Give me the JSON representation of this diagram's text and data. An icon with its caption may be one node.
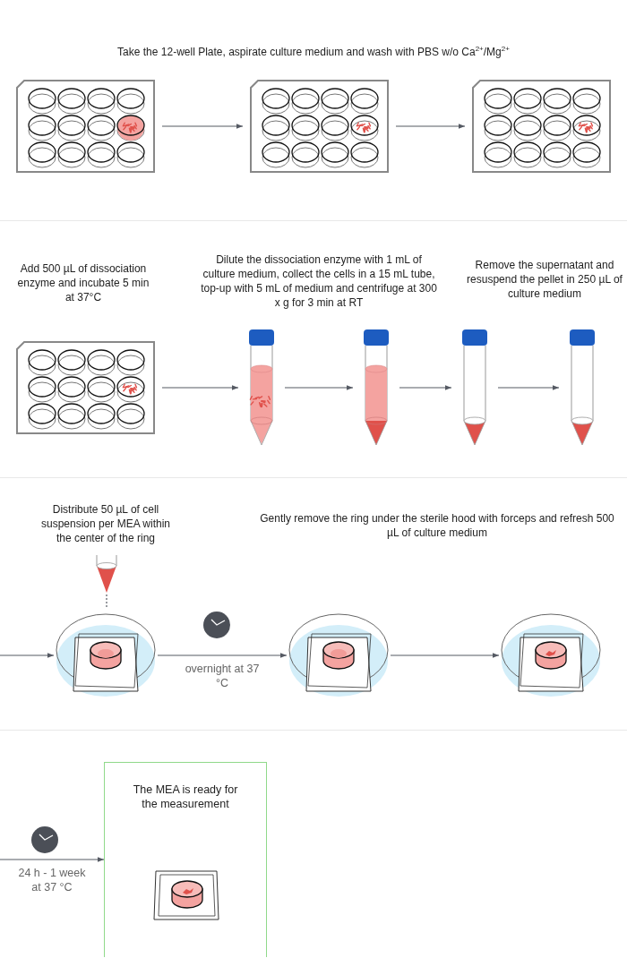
{
  "diagram": {
    "nodes": [
      {
        "text": [],
        "shape": "picture"
      },
      {
        "text": [],
        "shape": "picture"
      },
      {
        "text": [],
        "shape": "picture"
      },
      {
        "text": [],
        "shape": "picture"
      },
      {
        "text": [],
        "shape": "picture"
      },
      {
        "text": [],
        "shape": "picture"
      },
      {
        "text": [],
        "shape": "picture"
      },
      {
        "text": [],
        "shape": "picture"
      },
      {
        "text": [],
        "shape": "picture"
      },
      {
        "text": [],
        "shape": "picture"
      },
      {
        "text": [],
        "shape": "picture"
      },
      {
        "text": [],
        "shape": "picture"
      },
      {
        "text": [
          "The MEA is ready for the measurement"
        ]
      },
      {
        "text": [],
        "shape": "picture",
        "in": 12
      }
    ],
    "edges": [
      {
        "from": 0,
        "to": 1,
        "arrow": "to"
      },
      {
        "from": 1,
        "to": 2,
        "arrow": "to"
      },
      {
        "from": 3,
        "to": 4,
        "arrow": "to"
      },
      {
        "from": 4,
        "to": 5,
        "arrow": "to"
      },
      {
        "from": 5,
        "to": 6,
        "arrow": "to"
      },
      {
        "from": 6,
        "to": 7,
        "arrow": "to"
      },
      {
        "from": null,
        "to": 9,
        "arrow": "to"
      },
      {
        "from": 8,
        "to": 9,
        "arrow": "none",
        "style": "dashed"
      },
      {
        "from": 9,
        "to": 10,
        "arrow": "to",
        "label": "overnight at 37 °C"
      },
      {
        "from": 10,
        "to": 11,
        "arrow": "to"
      },
      {
        "from": null,
        "to": 12,
        "arrow": "to",
        "label": "24 h - 1 week at 37 °C"
      }
    ],
    "labels": [
      "Take the 12-well Plate, aspirate culture medium and wash with PBS w/o Ca$^{2+}$/Mg$^{2+}$",
      "Add 500 µL of dissociation enzyme and incubate 5 min at 37°C",
      "Dilute the dissociation enzyme with 1 mL of culture medium, collect the cells in a 15 mL tube, top-up with 5 mL of medium and centrifuge at 300 x g for 3 min at RT",
      "Remove the supernatant and resuspend the pellet in 250 µL of culture medium",
      "Distribute 50 µL of cell suspension per MEA within the center of the ring",
      "Gently remove the ring under the sterile hood with forceps and refresh 500 µL of culture medium"
    ]
  }
}
